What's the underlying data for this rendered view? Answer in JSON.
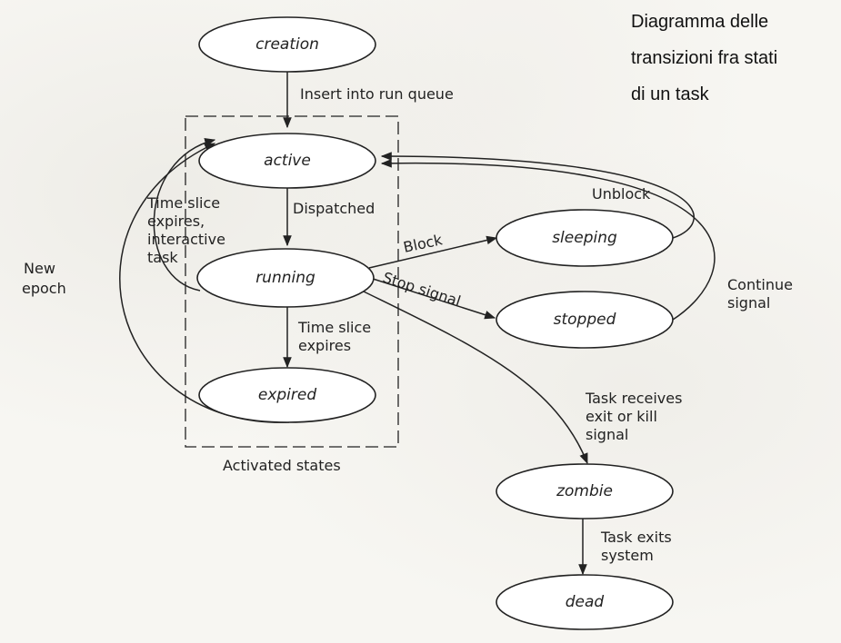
{
  "title_lines": [
    "Diagramma delle",
    "transizioni fra stati",
    "di un task"
  ],
  "states": {
    "creation": "creation",
    "active": "active",
    "running": "running",
    "expired": "expired",
    "sleeping": "sleeping",
    "stopped": "stopped",
    "zombie": "zombie",
    "dead": "dead"
  },
  "group_label": "Activated states",
  "edges": {
    "insert": [
      "Insert into run queue"
    ],
    "dispatched": [
      "Dispatched"
    ],
    "timeslice_interactive": [
      "Time slice",
      "expires,",
      "interactive",
      "task"
    ],
    "new_epoch": [
      "New",
      "epoch"
    ],
    "timeslice": [
      "Time slice",
      "expires"
    ],
    "block": [
      "Block"
    ],
    "stop_signal": [
      "Stop signal"
    ],
    "unblock": [
      "Unblock"
    ],
    "continue_signal": [
      "Continue",
      "signal"
    ],
    "kill": [
      "Task receives",
      "exit or kill",
      "signal"
    ],
    "exit": [
      "Task exits",
      "system"
    ]
  }
}
